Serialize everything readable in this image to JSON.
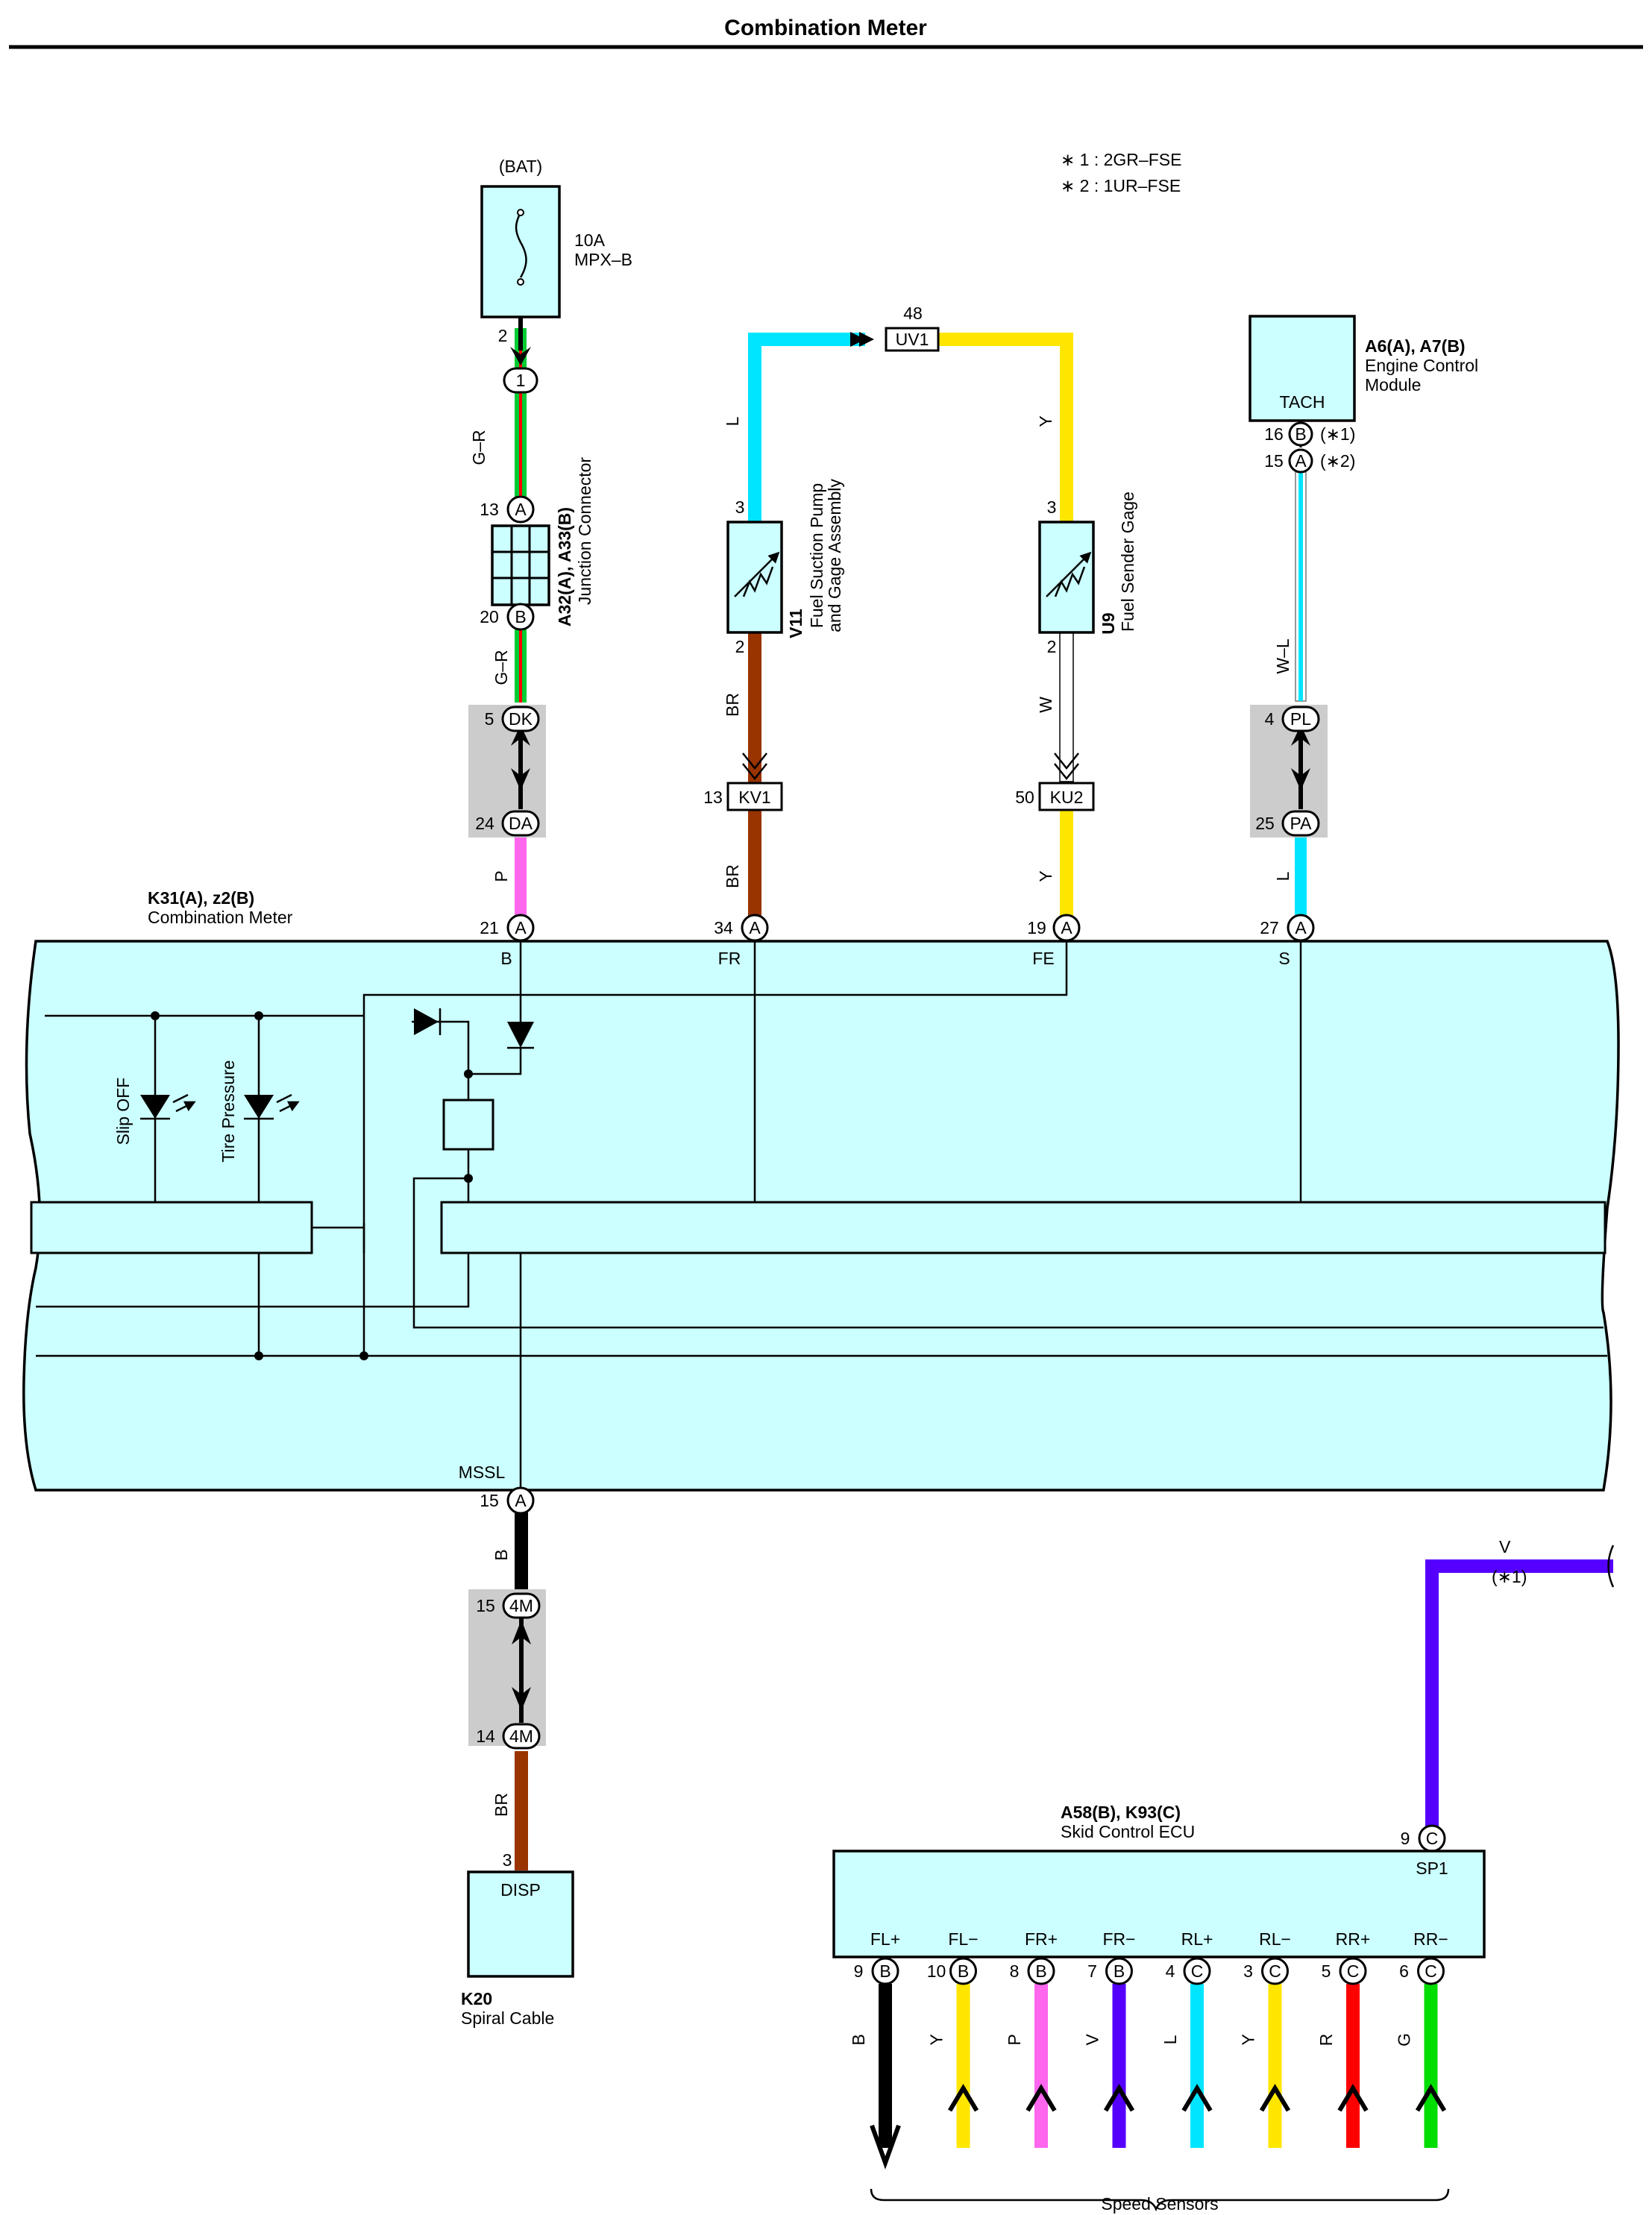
{
  "title": "Combination Meter",
  "notes": [
    "∗ 1 : 2GR–FSE",
    "∗ 2 : 1UR–FSE"
  ],
  "colors": {
    "G-R": "#00cc33",
    "L": "#00e5ff",
    "Y": "#ffe600",
    "BR": "#993300",
    "W": "#ffffff",
    "P": "#ff66ee",
    "B": "#000000",
    "V": "#5500ff",
    "R": "#ff0000",
    "G": "#00dd00",
    "component": "#ccffff",
    "junction_bg": "#cccccc"
  },
  "components": {
    "fuse": {
      "source": "(BAT)",
      "rating": "10A",
      "name": "MPX–B",
      "pin": "2"
    },
    "junction": {
      "code": "A32(A), A33(B)",
      "name": "Junction Connector",
      "pin_top": "13",
      "conn_top": "A",
      "pin_bottom": "20",
      "conn_bottom": "B"
    },
    "fuel_pump": {
      "code": "V11",
      "name1": "Fuel Suction Pump",
      "name2": "and Gage Assembly",
      "pin_top": "3",
      "pin_bottom": "2"
    },
    "fuel_sender": {
      "code": "U9",
      "name": "Fuel Sender Gage",
      "pin_top": "3",
      "pin_bottom": "2"
    },
    "ecm": {
      "code": "A6(A), A7(B)",
      "name1": "Engine Control",
      "name2": "Module",
      "terminal": "TACH",
      "pin1": "16",
      "conn1": "B",
      "note1": "(∗1)",
      "pin2": "15",
      "conn2": "A",
      "note2": "(∗2)"
    },
    "meter": {
      "code": "K31(A), z2(B)",
      "name": "Combination Meter",
      "terminals": {
        "B": "B",
        "FR": "FR",
        "FE": "FE",
        "S": "S",
        "MSSL": "MSSL"
      },
      "led1": "Slip OFF",
      "led2": "Tire Pressure"
    },
    "spiral": {
      "code": "K20",
      "name": "Spiral Cable",
      "terminal": "DISP",
      "pin": "3"
    },
    "skid": {
      "code": "A58(B), K93(C)",
      "name": "Skid Control ECU",
      "terminal": "SP1",
      "pin": "9",
      "conn": "C",
      "wire": "V",
      "note": "(∗1)"
    }
  },
  "wires": {
    "fuse_meter": "G–R",
    "meter_feed": "P",
    "pump_supply": "L",
    "sender_supply": "Y",
    "pump_out": "BR",
    "sender_out": "W",
    "tach": "W–L",
    "tach_meter": "L",
    "mssl_top": "B",
    "mssl_bottom": "BR"
  },
  "connectors": {
    "c1": "1",
    "uv1": "UV1",
    "uv1_pin": "48",
    "dk": {
      "pin": "5",
      "label": "DK"
    },
    "da": {
      "pin": "24",
      "label": "DA"
    },
    "pl": {
      "pin": "4",
      "label": "PL"
    },
    "pa": {
      "pin": "25",
      "label": "PA"
    },
    "kv1": {
      "pin": "13",
      "label": "KV1"
    },
    "ku2": {
      "pin": "50",
      "label": "KU2"
    },
    "m4a": {
      "pin": "15",
      "label": "4M"
    },
    "m4b": {
      "pin": "14",
      "label": "4M"
    },
    "meter_pins": [
      {
        "pin": "21",
        "conn": "A"
      },
      {
        "pin": "34",
        "conn": "A"
      },
      {
        "pin": "19",
        "conn": "A"
      },
      {
        "pin": "27",
        "conn": "A"
      },
      {
        "pin": "15",
        "conn": "A"
      }
    ]
  },
  "skid_pins": [
    {
      "label": "FL+",
      "pin": "9",
      "conn": "B",
      "wire": "B"
    },
    {
      "label": "FL−",
      "pin": "10",
      "conn": "B",
      "wire": "Y"
    },
    {
      "label": "FR+",
      "pin": "8",
      "conn": "B",
      "wire": "P"
    },
    {
      "label": "FR−",
      "pin": "7",
      "conn": "B",
      "wire": "V"
    },
    {
      "label": "RL+",
      "pin": "4",
      "conn": "C",
      "wire": "L"
    },
    {
      "label": "RL−",
      "pin": "3",
      "conn": "C",
      "wire": "Y"
    },
    {
      "label": "RR+",
      "pin": "5",
      "conn": "C",
      "wire": "R"
    },
    {
      "label": "RR−",
      "pin": "6",
      "conn": "C",
      "wire": "G"
    }
  ],
  "speed_sensors": "Speed Sensors"
}
